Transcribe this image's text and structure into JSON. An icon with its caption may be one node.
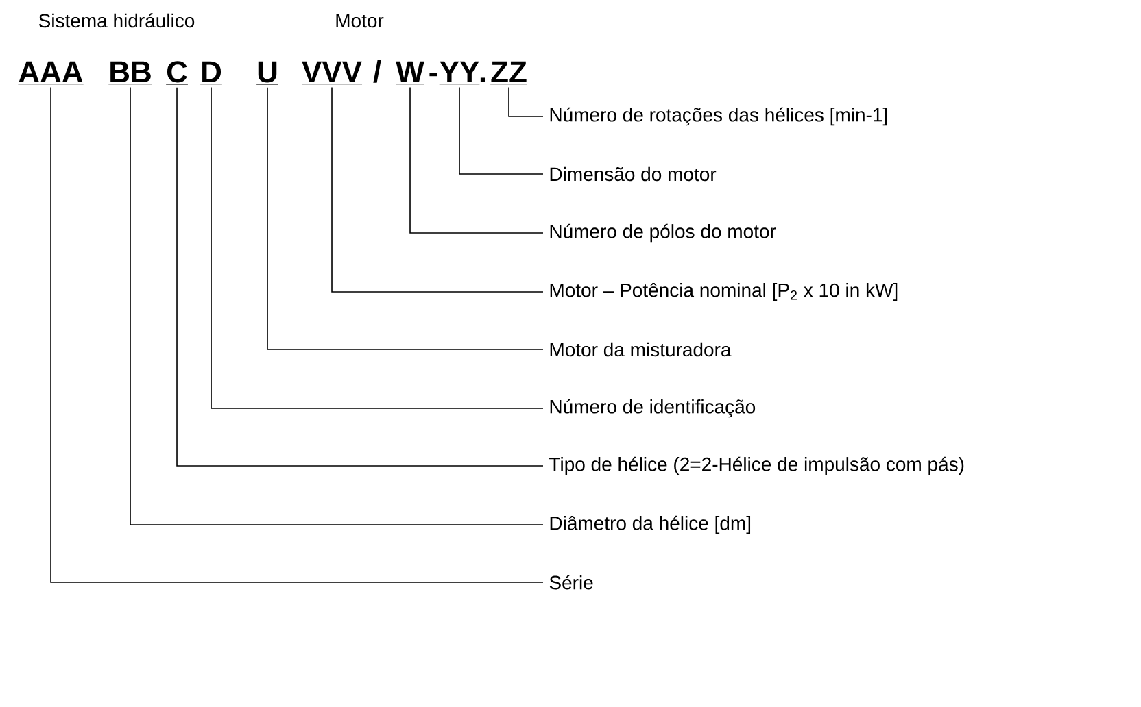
{
  "diagram": {
    "nodes": [
      {
        "text": [
          "AAA"
        ]
      },
      {
        "text": [
          "BB"
        ]
      },
      {
        "text": [
          "C"
        ]
      },
      {
        "text": [
          "D"
        ]
      },
      {
        "text": [
          "U"
        ]
      },
      {
        "text": [
          "VVV"
        ]
      },
      {
        "text": [
          "W"
        ]
      },
      {
        "text": [
          "YY"
        ]
      },
      {
        "text": [
          "ZZ"
        ]
      },
      {
        "text": [
          "Número de rotações das hélices [min-1]"
        ]
      },
      {
        "text": [
          "Dimensão do motor"
        ]
      },
      {
        "text": [
          "Número de pólos do motor"
        ]
      },
      {
        "text": [
          "Motor – Potência nominal [P$_{2}$ x 10 in kW]"
        ]
      },
      {
        "text": [
          "Motor da misturadora"
        ]
      },
      {
        "text": [
          "Número de identificação"
        ]
      },
      {
        "text": [
          "Tipo de hélice (2=2-Hélice de impulsão com pás)"
        ]
      },
      {
        "text": [
          "Diâmetro da hélice [dm]"
        ]
      },
      {
        "text": [
          "Série"
        ]
      }
    ],
    "edges": [
      {
        "from": 8,
        "to": 9,
        "arrow": "none"
      },
      {
        "from": 7,
        "to": 10,
        "arrow": "none"
      },
      {
        "from": 6,
        "to": 11,
        "arrow": "none"
      },
      {
        "from": 5,
        "to": 12,
        "arrow": "none"
      },
      {
        "from": 4,
        "to": 13,
        "arrow": "none"
      },
      {
        "from": 3,
        "to": 14,
        "arrow": "none"
      },
      {
        "from": 2,
        "to": 15,
        "arrow": "none"
      },
      {
        "from": 1,
        "to": 16,
        "arrow": "none"
      },
      {
        "from": 0,
        "to": 17,
        "arrow": "none"
      }
    ],
    "labels": [
      "Sistema hidráulico",
      "Motor",
      "/",
      "-",
      "."
    ]
  }
}
